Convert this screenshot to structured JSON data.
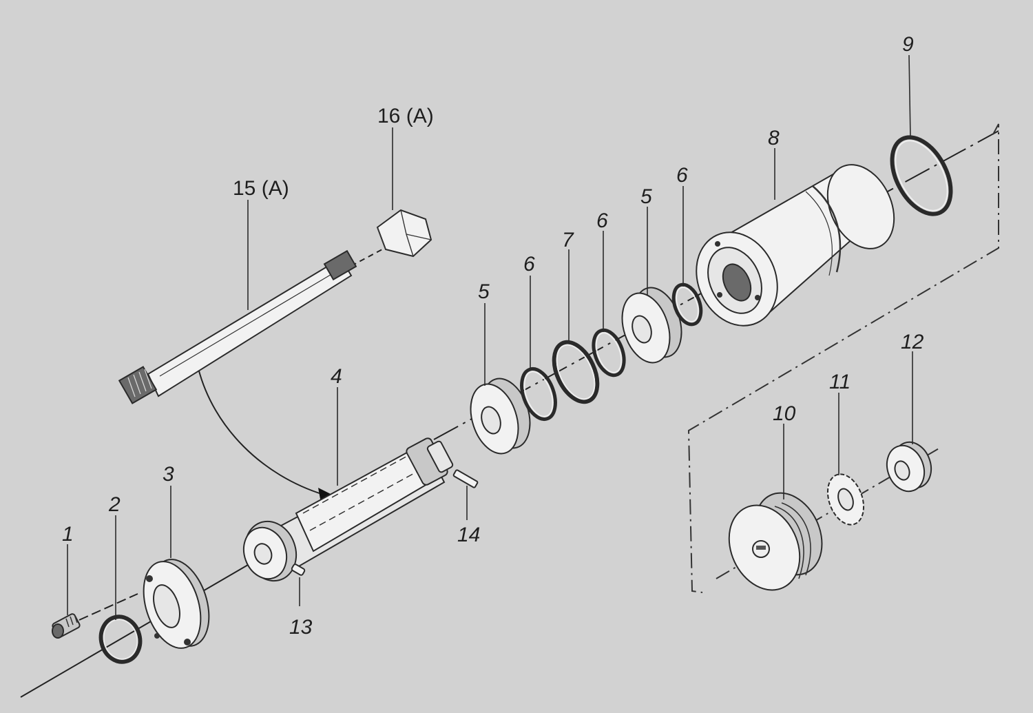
{
  "diagram": {
    "callouts": [
      {
        "id": "1",
        "label": "1"
      },
      {
        "id": "2",
        "label": "2"
      },
      {
        "id": "3",
        "label": "3"
      },
      {
        "id": "4",
        "label": "4"
      },
      {
        "id": "5a",
        "label": "5"
      },
      {
        "id": "6a",
        "label": "6"
      },
      {
        "id": "7",
        "label": "7"
      },
      {
        "id": "6b",
        "label": "6"
      },
      {
        "id": "5b",
        "label": "5"
      },
      {
        "id": "6c",
        "label": "6"
      },
      {
        "id": "8",
        "label": "8"
      },
      {
        "id": "9",
        "label": "9"
      },
      {
        "id": "10",
        "label": "10"
      },
      {
        "id": "11",
        "label": "11"
      },
      {
        "id": "12",
        "label": "12"
      },
      {
        "id": "13",
        "label": "13"
      },
      {
        "id": "14",
        "label": "14"
      },
      {
        "id": "15",
        "label": "15 (A)"
      },
      {
        "id": "16",
        "label": "16 (A)"
      }
    ]
  }
}
